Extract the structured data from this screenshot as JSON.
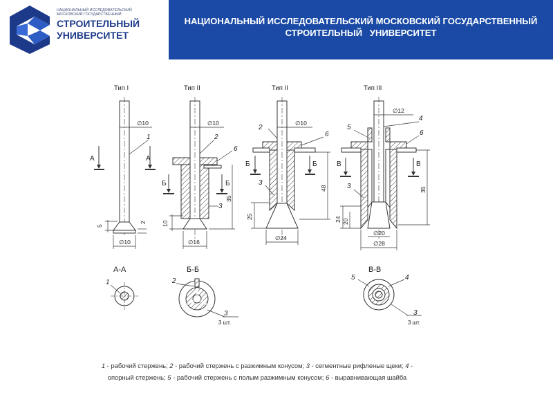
{
  "header": {
    "logo_small_lines": [
      "Национальный исследовательский",
      "московский государственный"
    ],
    "logo_big_lines": [
      "СТРОИТЕЛЬНЫЙ",
      "УНИВЕРСИТЕТ"
    ],
    "title_lines": [
      "НАЦИОНАЛЬНЫЙ ИССЛЕДОВАТЕЛЬСКИЙ МОСКОВСКИЙ ГОСУДАРСТВЕННЫЙ",
      "СТРОИТЕЛЬНЫЙ   УНИВЕРСИТЕТ"
    ],
    "colors": {
      "banner": "#1a4aa5",
      "logo": "#1d3a8a"
    }
  },
  "drawing": {
    "type_labels": [
      "Тип I",
      "Тип II",
      "Тип II",
      "Тип III"
    ],
    "section_labels": [
      "А-А",
      "Б-Б",
      "В-В"
    ],
    "dims": {
      "d10": "∅10",
      "d12": "∅12",
      "d16": "∅16",
      "d24": "∅24",
      "d20": "∅20",
      "d28": "∅28",
      "n2": "2",
      "n5": "5",
      "n10": "10",
      "n20": "20",
      "n24": "24",
      "n25": "25",
      "n35": "35",
      "n48": "48"
    },
    "callouts": {
      "c1": "1",
      "c2": "2",
      "c3": "3",
      "c4": "4",
      "c5": "5",
      "c6": "6"
    },
    "cut_letters": {
      "a": "А",
      "b": "Б",
      "v": "В"
    },
    "qty": "3 шт."
  },
  "caption": {
    "parts": [
      {
        "n": "1",
        "t": " - рабочий стержень; "
      },
      {
        "n": "2",
        "t": " - рабочий стержень с разжимным конусом; "
      },
      {
        "n": "3",
        "t": " - сегментные рифленые щеки; "
      },
      {
        "n": "4",
        "t": " - опорный стержень; "
      },
      {
        "n": "5",
        "t": " - рабочий стержень с полым разжимным конусом; "
      },
      {
        "n": "6",
        "t": " - выравнивающая шайба"
      }
    ]
  }
}
